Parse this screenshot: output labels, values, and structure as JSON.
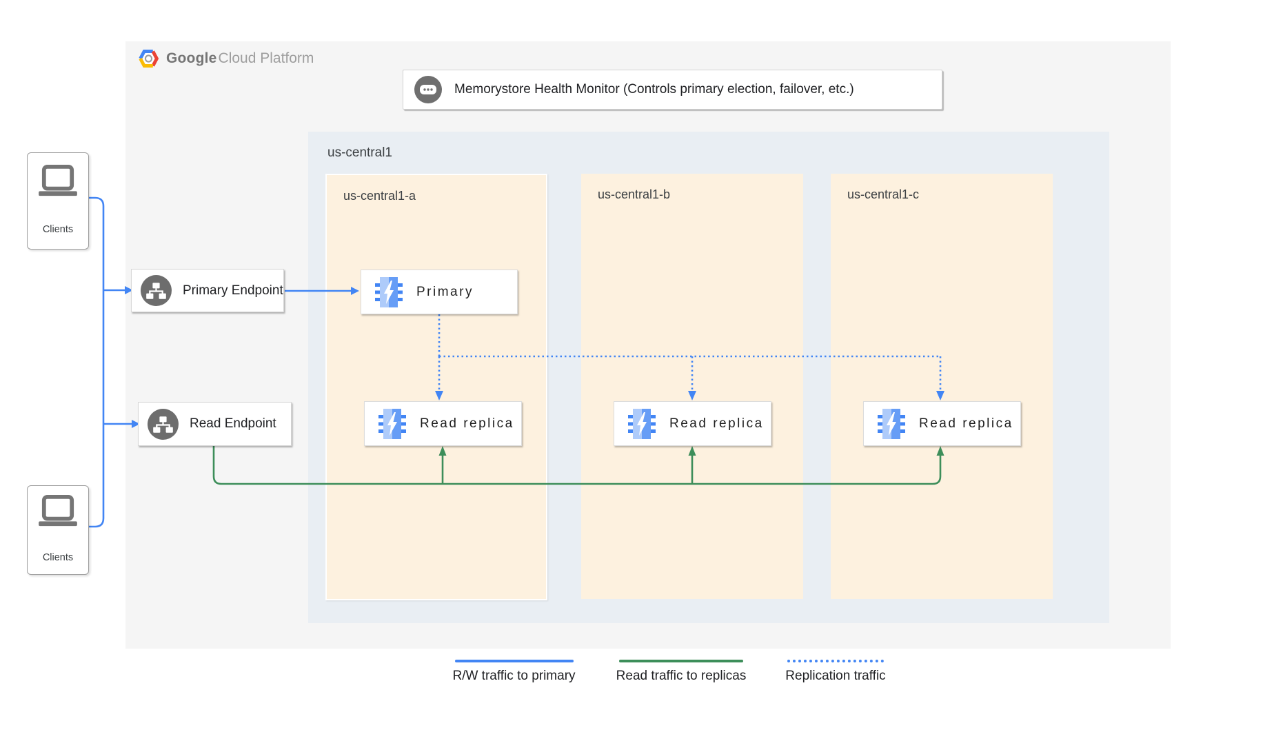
{
  "header": {
    "brand_bold": "Google",
    "brand_light": "Cloud Platform"
  },
  "health_monitor": {
    "label": "Memorystore Health Monitor (Controls primary election, failover, etc.)",
    "icon": "chat-ellipsis-icon"
  },
  "region": {
    "label": "us-central1"
  },
  "zones": [
    {
      "label": "us-central1-a"
    },
    {
      "label": "us-central1-b"
    },
    {
      "label": "us-central1-c"
    }
  ],
  "nodes": {
    "primary": {
      "label": "Primary",
      "icon": "memorystore-icon",
      "zone": "us-central1-a"
    },
    "replica_a": {
      "label": "Read replica",
      "icon": "memorystore-icon",
      "zone": "us-central1-a"
    },
    "replica_b": {
      "label": "Read replica",
      "icon": "memorystore-icon",
      "zone": "us-central1-b"
    },
    "replica_c": {
      "label": "Read replica",
      "icon": "memorystore-icon",
      "zone": "us-central1-c"
    }
  },
  "endpoints": {
    "primary": {
      "label": "Primary Endpoint",
      "icon": "network-endpoint-icon"
    },
    "read": {
      "label": "Read Endpoint",
      "icon": "network-endpoint-icon"
    }
  },
  "clients": {
    "top": {
      "label": "Clients",
      "icon": "laptop-icon"
    },
    "bottom": {
      "label": "Clients",
      "icon": "laptop-icon"
    }
  },
  "legend": [
    {
      "label": "R/W traffic to primary",
      "style": "solid",
      "color": "#4285f4"
    },
    {
      "label": "Read traffic to replicas",
      "style": "solid",
      "color": "#3d8e5a"
    },
    {
      "label": "Replication traffic",
      "style": "dotted",
      "color": "#4285f4"
    }
  ],
  "colors": {
    "traffic_blue": "#4285f4",
    "traffic_green": "#3d8e5a",
    "panel_fill": "#f5f5f5",
    "region_fill": "#e9eef3",
    "zone_fill": "#fdf1df",
    "icon_gray": "#6d6d6d"
  }
}
